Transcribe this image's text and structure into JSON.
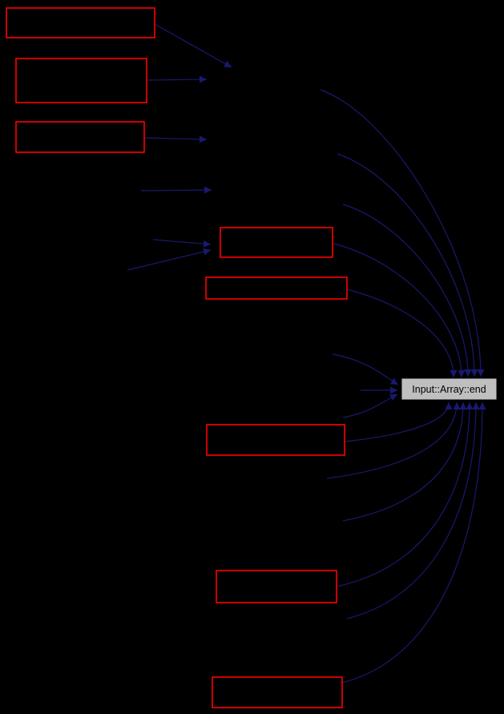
{
  "diagram": {
    "type": "call-graph",
    "target_node": {
      "label": "Input::Array::end"
    },
    "caller_nodes_count": 8,
    "edges_to_target_count": 14,
    "colors": {
      "background": "#000000",
      "caller_node_border": "#ff0000",
      "edge": "#191970",
      "target_node_fill": "#bfbfbf",
      "target_node_border": "#0a0a0a",
      "target_node_text": "#000000"
    }
  }
}
